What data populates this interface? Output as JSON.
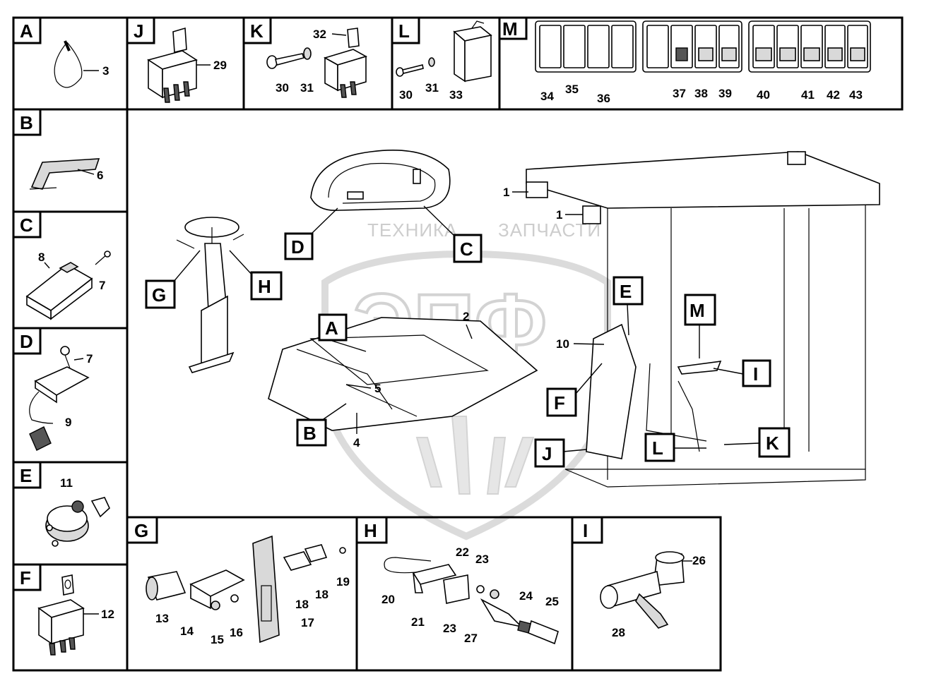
{
  "panels": {
    "A": {
      "label": "A",
      "parts": [
        "3"
      ]
    },
    "B": {
      "label": "B",
      "parts": [
        "6"
      ]
    },
    "C": {
      "label": "C",
      "parts": [
        "8",
        "7"
      ]
    },
    "D": {
      "label": "D",
      "parts": [
        "7",
        "9"
      ]
    },
    "E": {
      "label": "E",
      "parts": [
        "11"
      ]
    },
    "F": {
      "label": "F",
      "parts": [
        "12"
      ]
    },
    "J": {
      "label": "J",
      "parts": [
        "29"
      ]
    },
    "K": {
      "label": "K",
      "parts": [
        "32",
        "30",
        "31"
      ]
    },
    "L": {
      "label": "L",
      "parts": [
        "30",
        "31",
        "33"
      ]
    },
    "M": {
      "label": "M",
      "parts": [
        "34",
        "35",
        "36",
        "37",
        "38",
        "39",
        "40",
        "41",
        "42",
        "43"
      ]
    },
    "G": {
      "label": "G",
      "parts": [
        "13",
        "14",
        "15",
        "16",
        "17",
        "18",
        "18",
        "19"
      ]
    },
    "H": {
      "label": "H",
      "parts": [
        "20",
        "21",
        "22",
        "23",
        "24",
        "25",
        "23",
        "27"
      ]
    },
    "I": {
      "label": "I",
      "parts": [
        "26",
        "28"
      ]
    }
  },
  "main_view": {
    "tags": [
      "D",
      "C",
      "G",
      "H",
      "A",
      "B",
      "E",
      "F",
      "M",
      "I",
      "J",
      "L",
      "K"
    ],
    "parts": [
      "1",
      "1",
      "2",
      "4",
      "5",
      "10"
    ]
  },
  "watermark": {
    "line1": "ТЕХНИКА",
    "line2": "ЗАПЧАСТИ",
    "logo": "ЭПФ"
  }
}
